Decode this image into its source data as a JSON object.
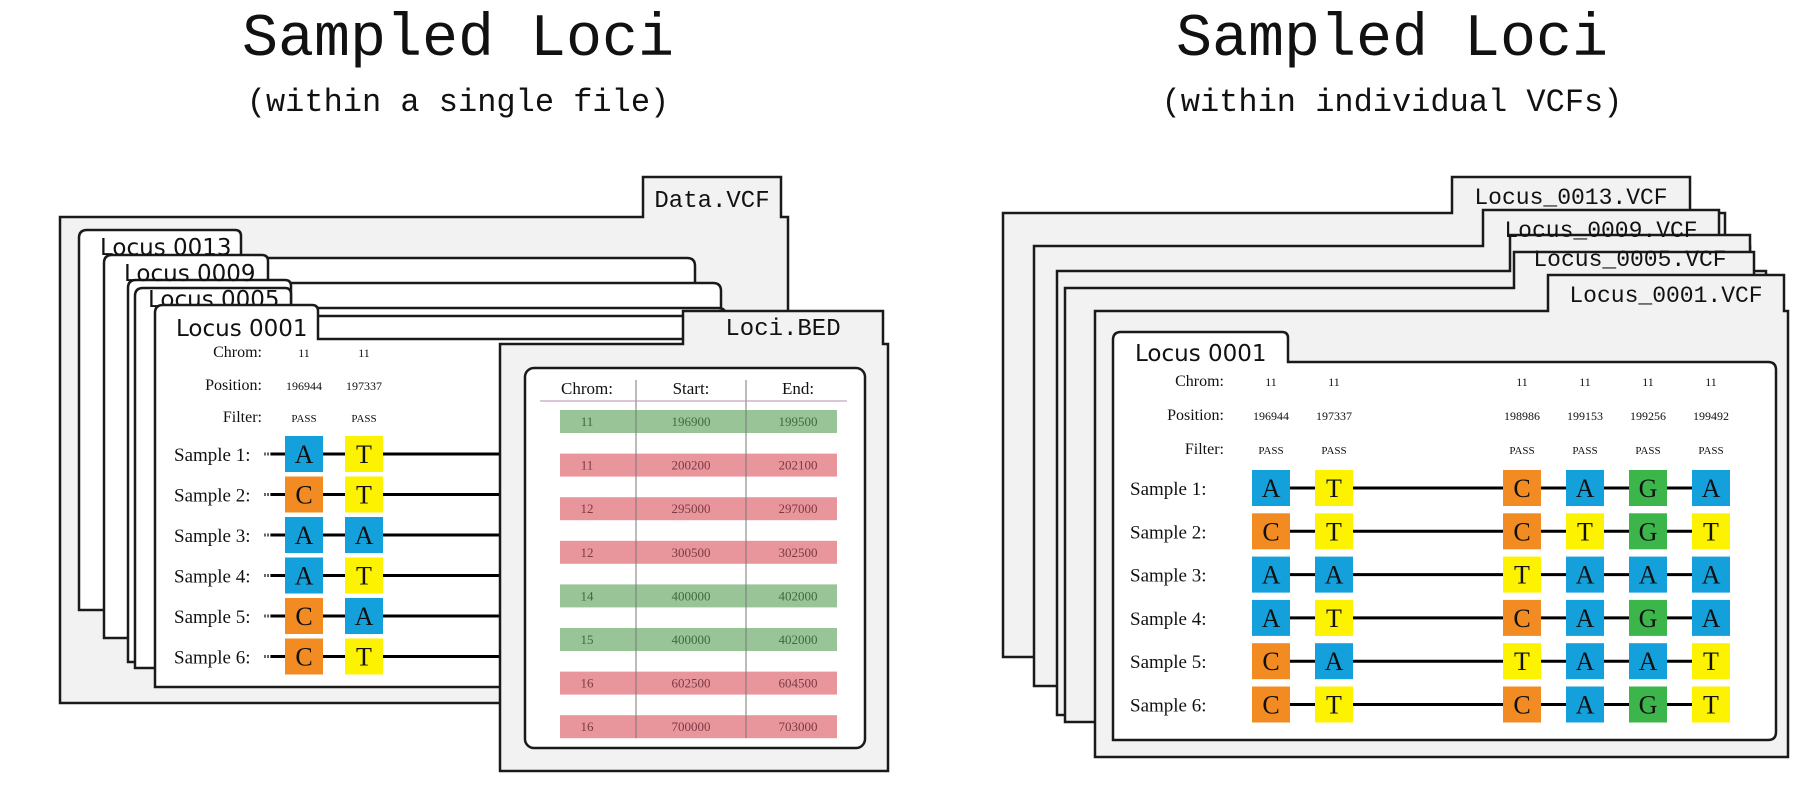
{
  "left": {
    "title": "Sampled Loci",
    "subtitle": "(within a single file)",
    "container_label": "Data.VCF",
    "stack_tabs": [
      "Locus 0013",
      "Locus 0009",
      "Locus 0005"
    ],
    "front_tab": "Locus 0001",
    "row_labels": {
      "chrom": "Chrom:",
      "position": "Position:",
      "filter": "Filter:"
    },
    "loci": [
      {
        "chrom": "11",
        "position": "196944",
        "filter": "PASS"
      },
      {
        "chrom": "11",
        "position": "197337",
        "filter": "PASS"
      }
    ],
    "samples": [
      {
        "label": "Sample 1:",
        "bases": [
          "A",
          "T"
        ]
      },
      {
        "label": "Sample 2:",
        "bases": [
          "C",
          "T"
        ]
      },
      {
        "label": "Sample 3:",
        "bases": [
          "A",
          "A"
        ]
      },
      {
        "label": "Sample 4:",
        "bases": [
          "A",
          "T"
        ]
      },
      {
        "label": "Sample 5:",
        "bases": [
          "C",
          "A"
        ]
      },
      {
        "label": "Sample 6:",
        "bases": [
          "C",
          "T"
        ]
      }
    ],
    "bed": {
      "label": "Loci.BED",
      "headers": [
        "Chrom:",
        "Start:",
        "End:"
      ],
      "rows": [
        {
          "chrom": "11",
          "start": "196900",
          "end": "199500",
          "status": "green"
        },
        {
          "chrom": "11",
          "start": "200200",
          "end": "202100",
          "status": "red"
        },
        {
          "chrom": "12",
          "start": "295000",
          "end": "297000",
          "status": "red"
        },
        {
          "chrom": "12",
          "start": "300500",
          "end": "302500",
          "status": "red"
        },
        {
          "chrom": "14",
          "start": "400000",
          "end": "402000",
          "status": "green"
        },
        {
          "chrom": "15",
          "start": "400000",
          "end": "402000",
          "status": "green"
        },
        {
          "chrom": "16",
          "start": "602500",
          "end": "604500",
          "status": "red"
        },
        {
          "chrom": "16",
          "start": "700000",
          "end": "703000",
          "status": "red"
        }
      ]
    }
  },
  "right": {
    "title": "Sampled Loci",
    "subtitle": "(within individual VCFs)",
    "file_tabs": [
      "Locus_0013.VCF",
      "Locus_0009.VCF",
      "Locus_0005.VCF",
      "Locus_0001.VCF"
    ],
    "front_tab": "Locus 0001",
    "row_labels": {
      "chrom": "Chrom:",
      "position": "Position:",
      "filter": "Filter:"
    },
    "loci": [
      {
        "chrom": "11",
        "position": "196944",
        "filter": "PASS"
      },
      {
        "chrom": "11",
        "position": "197337",
        "filter": "PASS"
      },
      {
        "chrom": "11",
        "position": "198986",
        "filter": "PASS"
      },
      {
        "chrom": "11",
        "position": "199153",
        "filter": "PASS"
      },
      {
        "chrom": "11",
        "position": "199256",
        "filter": "PASS"
      },
      {
        "chrom": "11",
        "position": "199492",
        "filter": "PASS"
      }
    ],
    "samples": [
      {
        "label": "Sample 1:",
        "bases": [
          "A",
          "T",
          "C",
          "A",
          "G",
          "A"
        ]
      },
      {
        "label": "Sample 2:",
        "bases": [
          "C",
          "T",
          "C",
          "T",
          "G",
          "T"
        ]
      },
      {
        "label": "Sample 3:",
        "bases": [
          "A",
          "A",
          "T",
          "A",
          "A",
          "A"
        ]
      },
      {
        "label": "Sample 4:",
        "bases": [
          "A",
          "T",
          "C",
          "A",
          "G",
          "A"
        ]
      },
      {
        "label": "Sample 5:",
        "bases": [
          "C",
          "A",
          "T",
          "A",
          "A",
          "T"
        ]
      },
      {
        "label": "Sample 6:",
        "bases": [
          "C",
          "T",
          "C",
          "A",
          "G",
          "T"
        ]
      }
    ]
  },
  "colors": {
    "A": "#14a0db",
    "C": "#f28c22",
    "G": "#3cb54a",
    "T": "#fdf200",
    "bed_green": "#99c498",
    "bed_red": "#e9959c",
    "panel_bg": "#f2f2f2",
    "outline": "#1a1a1a"
  }
}
